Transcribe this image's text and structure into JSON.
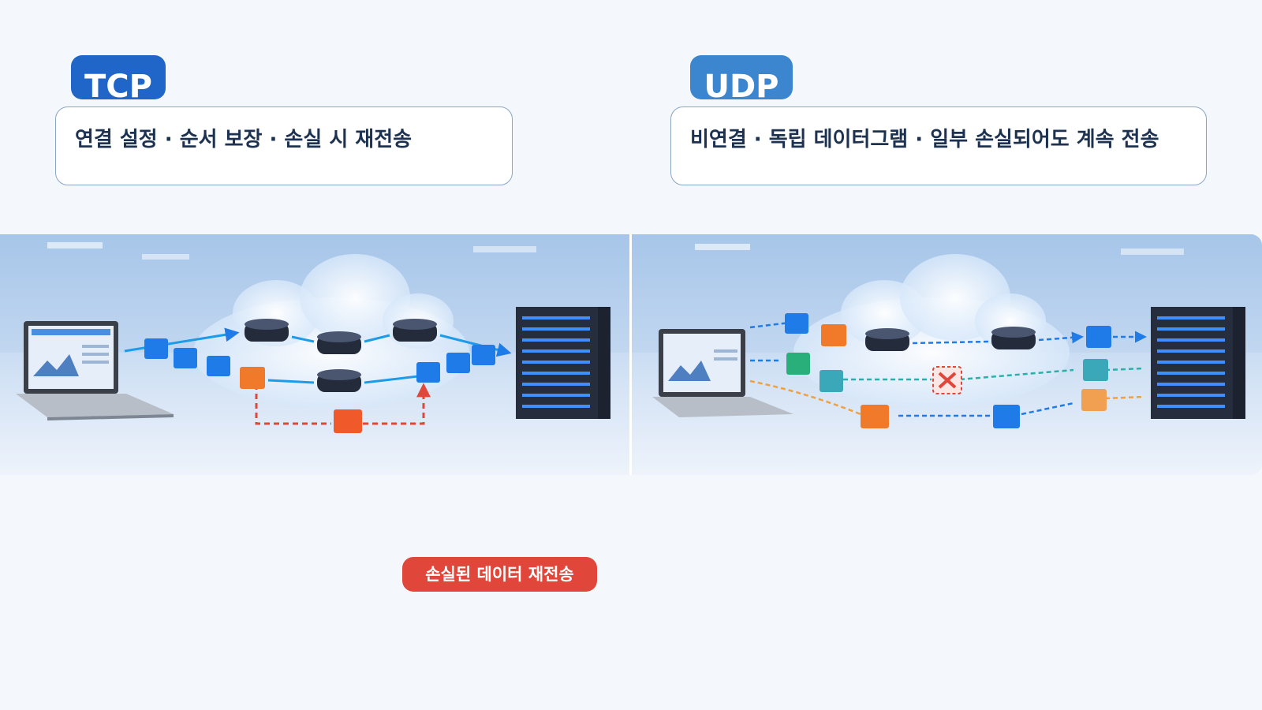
{
  "tcp": {
    "badge": "TCP",
    "description": "연결 설정 · 순서 보장 · 손실 시 재전송"
  },
  "udp": {
    "badge": "UDP",
    "description": "비연결 · 독립 데이터그램 · 일부 손실되어도 계속 전송"
  },
  "retransmit_label": "손실된 데이터 재전송",
  "colors": {
    "tcp_accent": "#1f66c8",
    "udp_accent": "#3b86cf",
    "packet_blue": "#1e7be8",
    "packet_orange": "#f07a2a",
    "packet_green": "#29b07a",
    "packet_teal": "#3aa8b8",
    "retransmit_red": "#e0473a"
  },
  "icons": [
    "laptop-icon",
    "router-icon",
    "server-icon",
    "cloud-icon",
    "packet-icon",
    "lost-packet-x-icon"
  ]
}
